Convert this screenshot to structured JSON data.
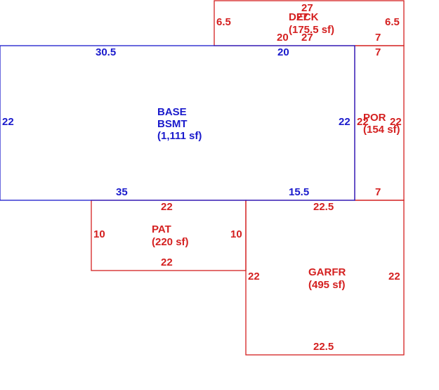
{
  "colors": {
    "base": "#1a1acc",
    "addon": "#d42020",
    "background": "#ffffff"
  },
  "areas": {
    "base": {
      "line1": "BASE",
      "line2": "BSMT",
      "area": "(1,111 sf)"
    },
    "deck": {
      "name": "DECK",
      "area": "(175.5 sf)"
    },
    "porch": {
      "name": "POR",
      "area": "(154 sf)"
    },
    "patio": {
      "name": "PAT",
      "area": "(220 sf)"
    },
    "garage": {
      "name": "GARFR",
      "area": "(495 sf)"
    }
  },
  "dimensions": {
    "base": {
      "top_left": "30.5",
      "top_right": "20",
      "left": "22",
      "right": "22",
      "bottom_left": "35",
      "bottom_right": "15.5"
    },
    "deck": {
      "top": "27",
      "inner_top": "27",
      "left": "6.5",
      "right": "6.5",
      "bottom_left": "20",
      "bottom_mid": "27",
      "bottom_right": "7"
    },
    "porch": {
      "top": "7",
      "left": "22",
      "right": "22",
      "bottom": "7"
    },
    "patio": {
      "top": "22",
      "left": "10",
      "right": "10",
      "bottom": "22"
    },
    "garage": {
      "top": "22.5",
      "left": "22",
      "right": "22",
      "bottom": "22.5"
    }
  }
}
